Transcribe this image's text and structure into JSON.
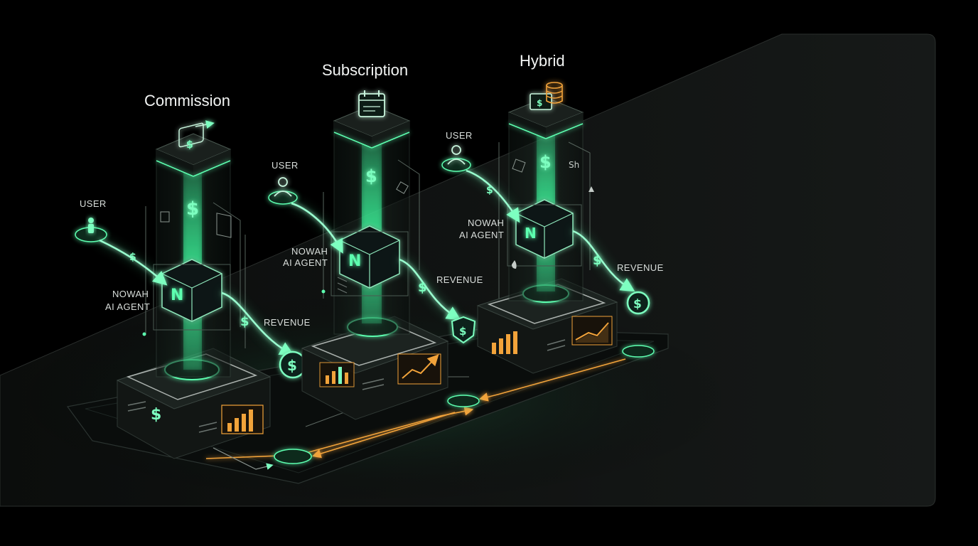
{
  "models": [
    {
      "title": "Commission",
      "user_label": "USER",
      "agent_line1": "NOWAH",
      "agent_line2": "AI AGENT",
      "revenue_label": "REVENUE"
    },
    {
      "title": "Subscription",
      "user_label": "USER",
      "agent_line1": "NOWAH",
      "agent_line2": "AI AGENT",
      "revenue_label": "REVENUE"
    },
    {
      "title": "Hybrid",
      "user_label": "USER",
      "agent_line1": "NOWAH",
      "agent_line2": "AI AGENT",
      "revenue_label": "REVENUE"
    }
  ],
  "symbols": {
    "currency": "$",
    "agent_logo": "N",
    "sh": "Sh"
  },
  "icons": [
    "exchange-icon",
    "calendar-icon",
    "cash-coins-icon",
    "user-icon",
    "document-icon",
    "bar-chart-icon",
    "line-chart-icon",
    "shield-dollar-icon",
    "coin-icon"
  ],
  "colors": {
    "background": "#000000",
    "panel": "#111413",
    "accent_green": "#3dffa0",
    "accent_orange": "#f2a33a",
    "text": "#f2f4f3"
  }
}
